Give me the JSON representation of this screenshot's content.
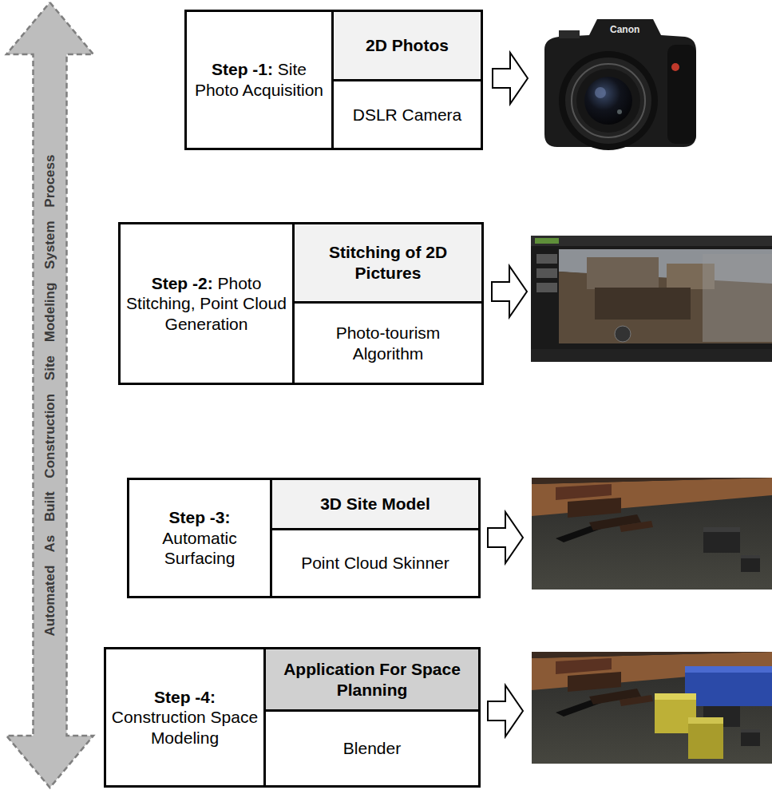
{
  "diagram": {
    "nodes": [
      {
        "text": [
          "Automated As Built Construction Site Modeling System Process"
        ]
      },
      {
        "text": [
          "Step -1:",
          "Site Photo Acquisition"
        ]
      },
      {
        "text": [
          "2D Photos"
        ]
      },
      {
        "text": [
          "DSLR Camera"
        ]
      },
      {
        "text": [
          "Step -2:",
          "Photo Stitching, Point Cloud Generation"
        ]
      },
      {
        "text": [
          "Stitching of 2D Pictures"
        ]
      },
      {
        "text": [
          "Photo-tourism Algorithm"
        ]
      },
      {
        "text": [
          "Step -3:",
          "Automatic Surfacing"
        ]
      },
      {
        "text": [
          "3D Site Model"
        ]
      },
      {
        "text": [
          "Point Cloud Skinner"
        ]
      },
      {
        "text": [
          "Step -4:",
          "Construction Space Modeling"
        ]
      },
      {
        "text": [
          "Application For Space Planning"
        ]
      },
      {
        "text": [
          "Blender"
        ]
      }
    ],
    "labels": [
      "Canon"
    ]
  }
}
